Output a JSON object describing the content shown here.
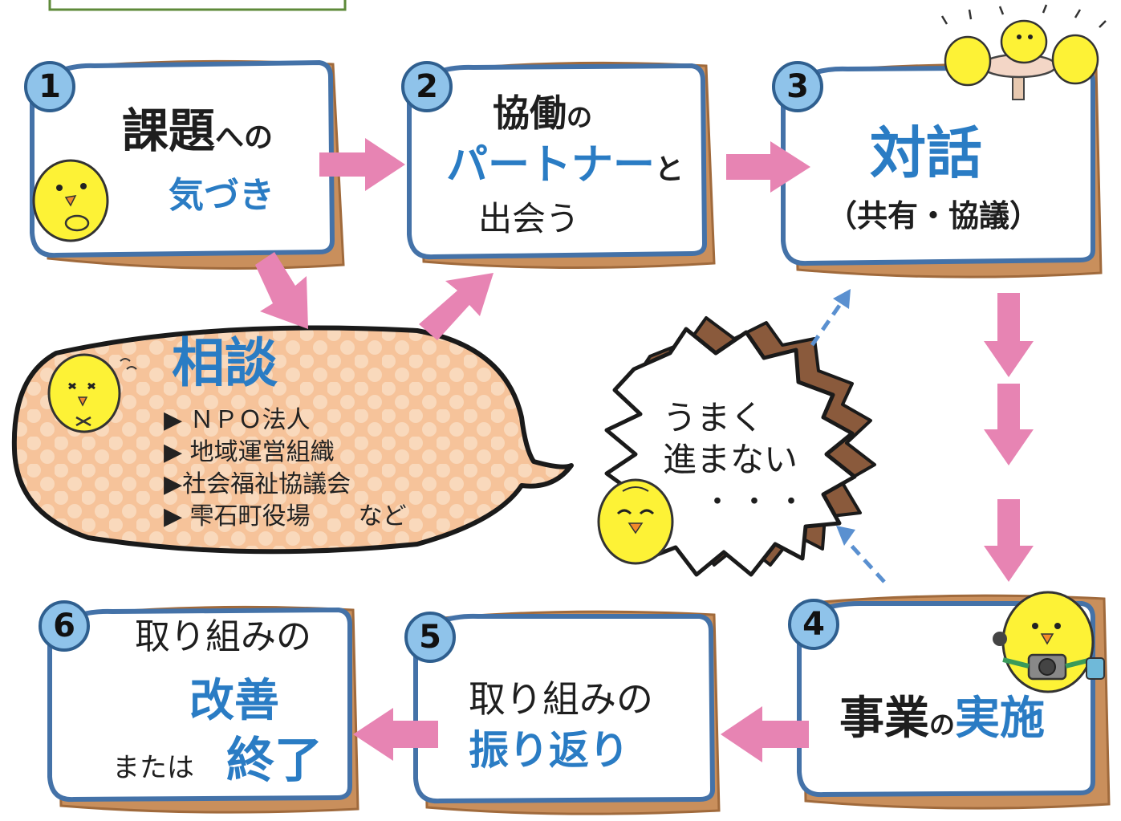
{
  "steps": {
    "s1": {
      "num": "1",
      "line1": "課題",
      "line1_small": "への",
      "line2": "気づき"
    },
    "s2": {
      "num": "2",
      "line1": "協働",
      "line1_small": "の",
      "line2": "パートナー",
      "line2_small": "と",
      "line3": "出会う"
    },
    "s3": {
      "num": "3",
      "line1": "対話",
      "line2": "（共有・協議）"
    },
    "s4": {
      "num": "4",
      "line1": "事業",
      "line1_small": "の",
      "line1_blue": "実施"
    },
    "s5": {
      "num": "5",
      "line1": "取り組みの",
      "line2": "振り返り"
    },
    "s6": {
      "num": "6",
      "line1": "取り組みの",
      "line2": "改善",
      "line3_small": "または",
      "line3": "終了"
    }
  },
  "consult": {
    "title": "相談",
    "items": [
      "▶ ＮＰＯ法人",
      "▶ 地域運営組織",
      "▶社会福祉協議会",
      "▶ 雫石町役場　　など"
    ]
  },
  "stuck": {
    "line1": "うまく",
    "line2": "進まない",
    "line3": "・・・"
  },
  "colors": {
    "arrow": "#e784b3",
    "box_border": "#4472a8",
    "frame": "#c98f5c",
    "bubble": "#f6c39a",
    "text_blue": "#2a7cc4",
    "chick": "#fdf236"
  }
}
